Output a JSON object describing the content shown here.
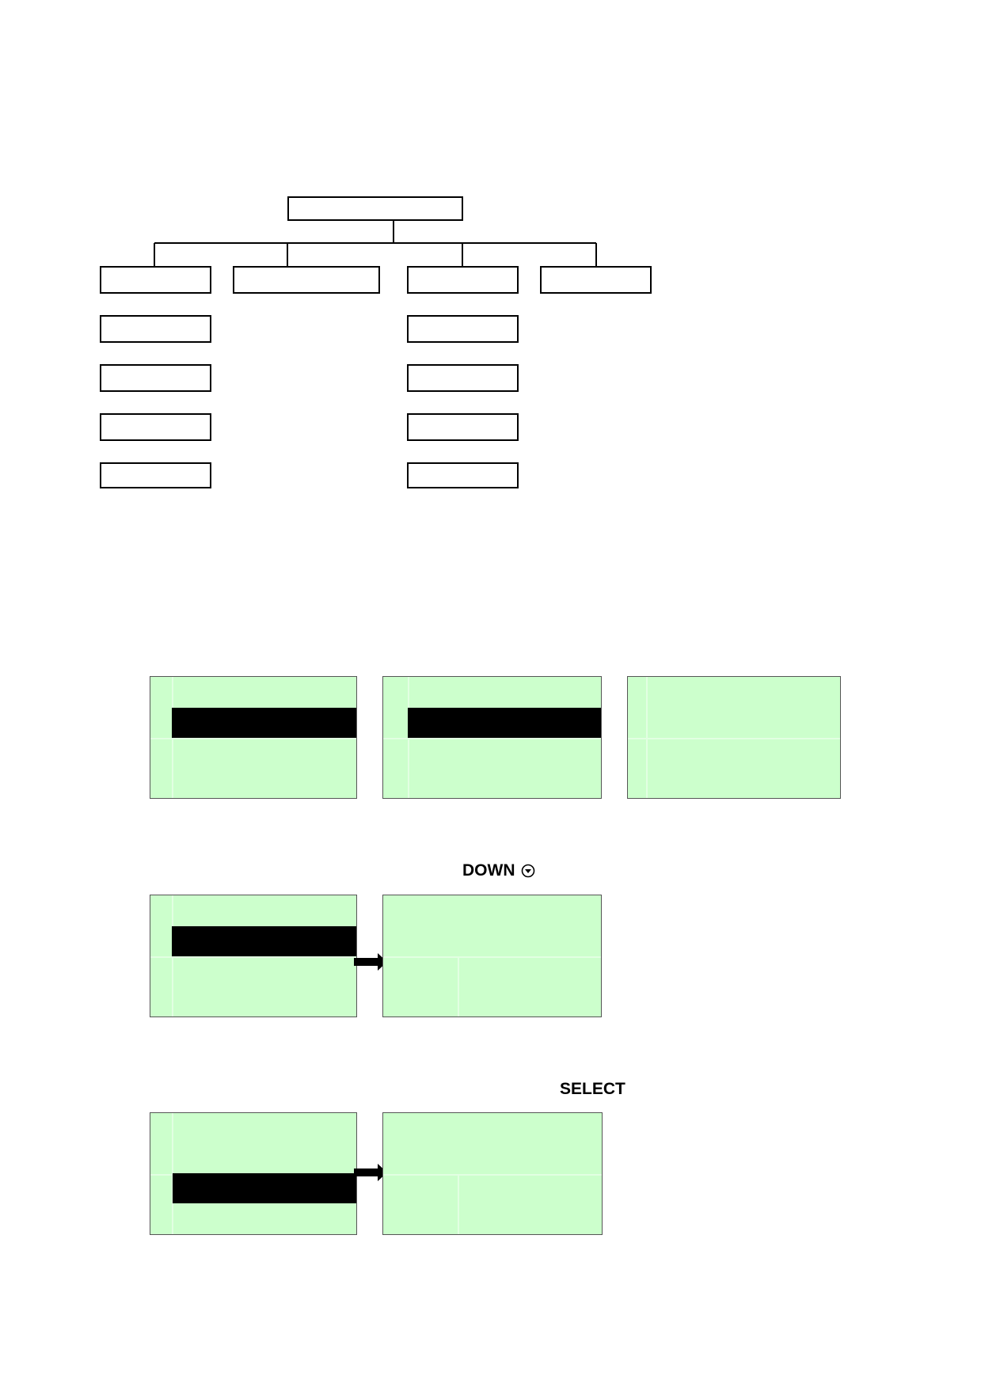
{
  "menu_tree": {
    "root": {
      "label": ""
    },
    "columns": [
      {
        "label": "",
        "children": [
          "",
          "",
          "",
          ""
        ]
      },
      {
        "label": "",
        "children": []
      },
      {
        "label": "",
        "children": [
          "",
          "",
          "",
          ""
        ]
      },
      {
        "label": "",
        "children": []
      }
    ]
  },
  "screens": {
    "row1": [
      {
        "highlighted_row": 1
      },
      {
        "highlighted_row": 1
      },
      {
        "highlighted_row": null
      }
    ],
    "row2": [
      {
        "highlighted_row": 1
      },
      {
        "highlighted_row": null
      }
    ],
    "row3": [
      {
        "highlighted_row": 2
      },
      {
        "highlighted_row": null
      }
    ]
  },
  "keys": {
    "down_label": "DOWN",
    "down_icon": "down-circle-icon",
    "select_label": "SELECT"
  },
  "colors": {
    "lcd_background": "#ccffcc",
    "highlight_bar": "#000000"
  }
}
